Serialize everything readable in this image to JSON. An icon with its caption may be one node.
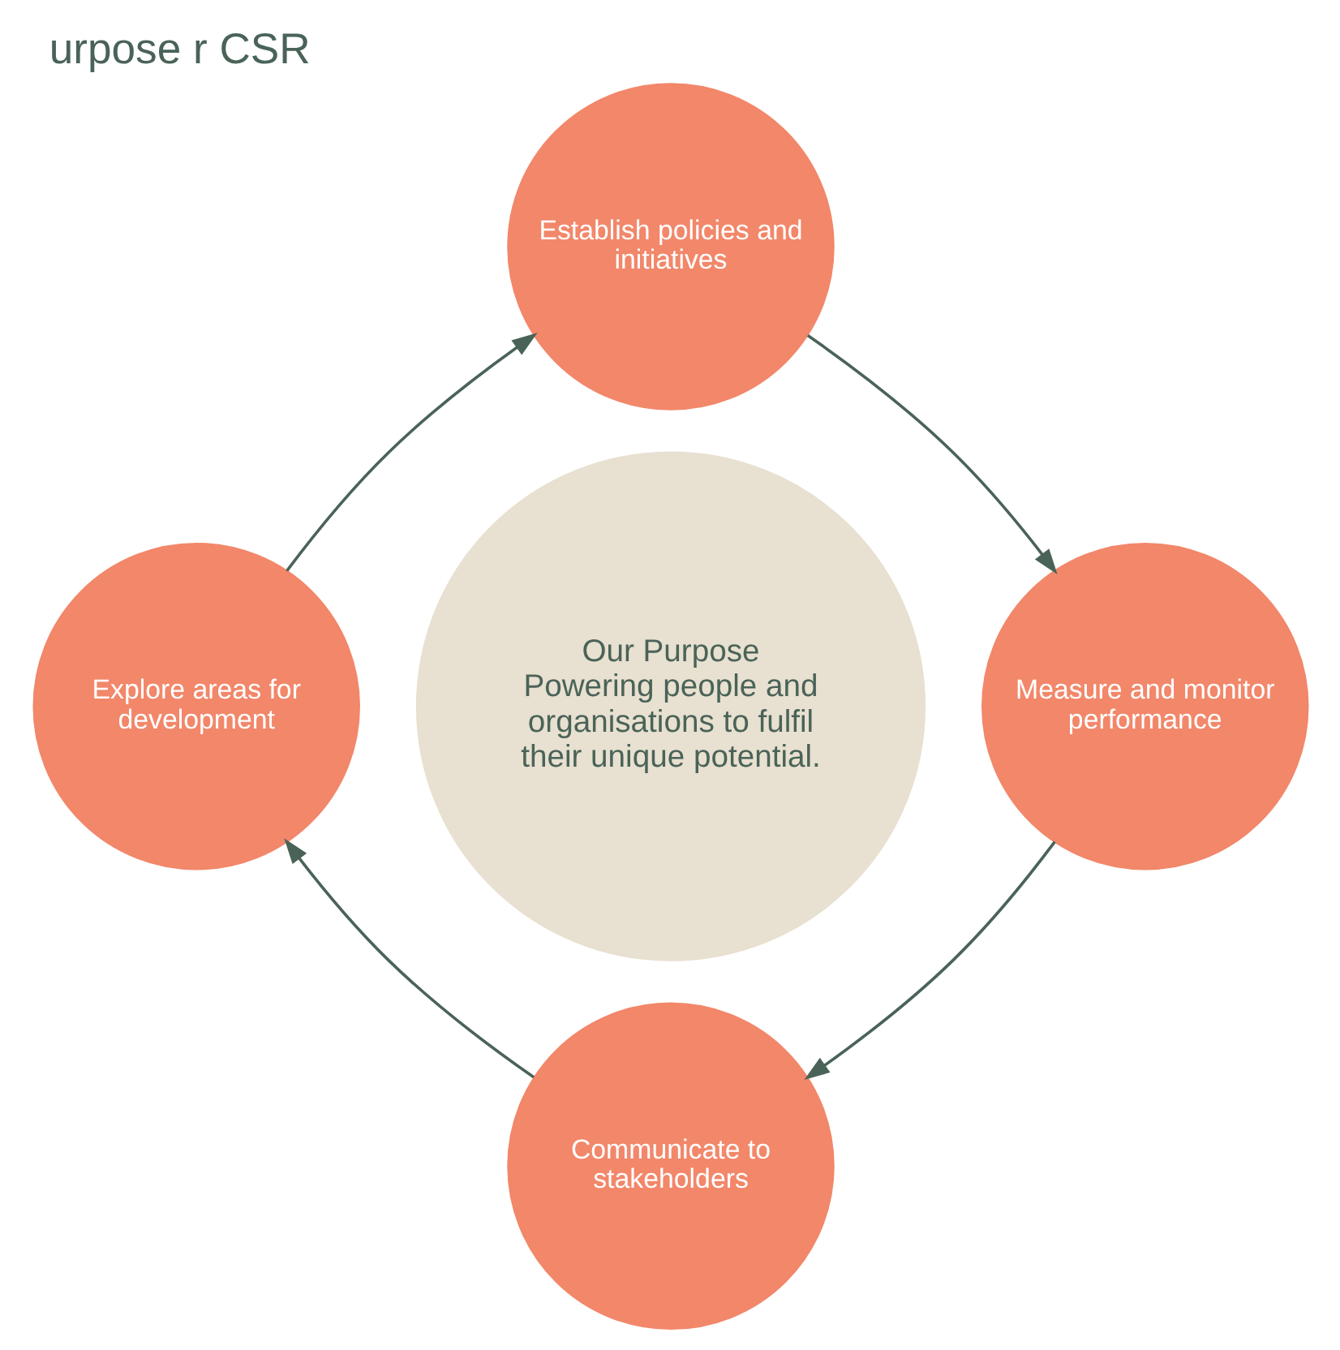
{
  "diagram": {
    "title": "urpose r CSR",
    "nodes": [
      {
        "text": [
          "Our Purpose",
          "Powering people and organisations to fulfil their unique potential."
        ]
      },
      {
        "text": [
          "Establish policies and initiatives"
        ]
      },
      {
        "text": [
          "Measure and monitor performance"
        ]
      },
      {
        "text": [
          "Communicate to stakeholders"
        ]
      },
      {
        "text": [
          "Explore areas for development"
        ]
      }
    ],
    "edges": [
      {
        "from": 1,
        "to": 2,
        "arrow": "to"
      },
      {
        "from": 2,
        "to": 3,
        "arrow": "to"
      },
      {
        "from": 3,
        "to": 4,
        "arrow": "to"
      },
      {
        "from": 4,
        "to": 1,
        "arrow": "to"
      }
    ]
  }
}
